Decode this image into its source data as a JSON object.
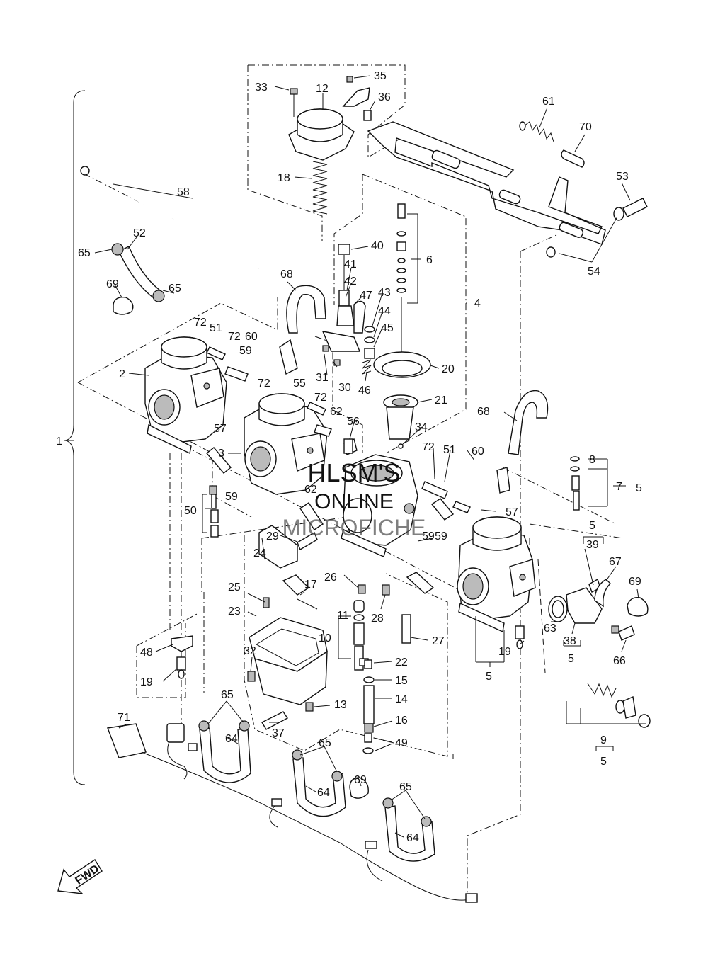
{
  "watermark": {
    "line1": "HLSM'S",
    "line2": "ONLINE",
    "line3": "MICROFICHE"
  },
  "fwd_label": "FWD",
  "callouts": [
    {
      "id": "c1",
      "text": "1"
    },
    {
      "id": "c2",
      "text": "2"
    },
    {
      "id": "c3",
      "text": "3"
    },
    {
      "id": "c4",
      "text": "4"
    },
    {
      "id": "c5a",
      "text": "5"
    },
    {
      "id": "c5b",
      "text": "5"
    },
    {
      "id": "c5c",
      "text": "5"
    },
    {
      "id": "c5d",
      "text": "5"
    },
    {
      "id": "c5e",
      "text": "5"
    },
    {
      "id": "c6",
      "text": "6"
    },
    {
      "id": "c7",
      "text": "7"
    },
    {
      "id": "c8",
      "text": "8"
    },
    {
      "id": "c9",
      "text": "9"
    },
    {
      "id": "c10",
      "text": "10"
    },
    {
      "id": "c11",
      "text": "11"
    },
    {
      "id": "c12",
      "text": "12"
    },
    {
      "id": "c13",
      "text": "13"
    },
    {
      "id": "c14",
      "text": "14"
    },
    {
      "id": "c15",
      "text": "15"
    },
    {
      "id": "c16",
      "text": "16"
    },
    {
      "id": "c17",
      "text": "17"
    },
    {
      "id": "c18",
      "text": "18"
    },
    {
      "id": "c19a",
      "text": "19"
    },
    {
      "id": "c19b",
      "text": "19"
    },
    {
      "id": "c20",
      "text": "20"
    },
    {
      "id": "c21",
      "text": "21"
    },
    {
      "id": "c22",
      "text": "22"
    },
    {
      "id": "c23",
      "text": "23"
    },
    {
      "id": "c24",
      "text": "24"
    },
    {
      "id": "c25",
      "text": "25"
    },
    {
      "id": "c26",
      "text": "26"
    },
    {
      "id": "c27",
      "text": "27"
    },
    {
      "id": "c28",
      "text": "28"
    },
    {
      "id": "c29",
      "text": "29"
    },
    {
      "id": "c30",
      "text": "30"
    },
    {
      "id": "c31",
      "text": "31"
    },
    {
      "id": "c32",
      "text": "32"
    },
    {
      "id": "c33",
      "text": "33"
    },
    {
      "id": "c34",
      "text": "34"
    },
    {
      "id": "c35",
      "text": "35"
    },
    {
      "id": "c36",
      "text": "36"
    },
    {
      "id": "c37",
      "text": "37"
    },
    {
      "id": "c38",
      "text": "38"
    },
    {
      "id": "c39",
      "text": "39"
    },
    {
      "id": "c40",
      "text": "40"
    },
    {
      "id": "c41",
      "text": "41"
    },
    {
      "id": "c42",
      "text": "42"
    },
    {
      "id": "c43",
      "text": "43"
    },
    {
      "id": "c44",
      "text": "44"
    },
    {
      "id": "c45",
      "text": "45"
    },
    {
      "id": "c46",
      "text": "46"
    },
    {
      "id": "c47",
      "text": "47"
    },
    {
      "id": "c48",
      "text": "48"
    },
    {
      "id": "c49",
      "text": "49"
    },
    {
      "id": "c50",
      "text": "50"
    },
    {
      "id": "c51a",
      "text": "51"
    },
    {
      "id": "c51b",
      "text": "51"
    },
    {
      "id": "c52",
      "text": "52"
    },
    {
      "id": "c53",
      "text": "53"
    },
    {
      "id": "c54",
      "text": "54"
    },
    {
      "id": "c55",
      "text": "55"
    },
    {
      "id": "c56",
      "text": "56"
    },
    {
      "id": "c57a",
      "text": "57"
    },
    {
      "id": "c57b",
      "text": "57"
    },
    {
      "id": "c58",
      "text": "58"
    },
    {
      "id": "c59a",
      "text": "59"
    },
    {
      "id": "c59b",
      "text": "59"
    },
    {
      "id": "c59c",
      "text": "59"
    },
    {
      "id": "c59d",
      "text": "59"
    },
    {
      "id": "c60a",
      "text": "60"
    },
    {
      "id": "c60b",
      "text": "60"
    },
    {
      "id": "c61",
      "text": "61"
    },
    {
      "id": "c62a",
      "text": "62"
    },
    {
      "id": "c62b",
      "text": "62"
    },
    {
      "id": "c63",
      "text": "63"
    },
    {
      "id": "c64a",
      "text": "64"
    },
    {
      "id": "c64b",
      "text": "64"
    },
    {
      "id": "c64c",
      "text": "64"
    },
    {
      "id": "c65a",
      "text": "65"
    },
    {
      "id": "c65b",
      "text": "65"
    },
    {
      "id": "c65c",
      "text": "65"
    },
    {
      "id": "c65d",
      "text": "65"
    },
    {
      "id": "c65e",
      "text": "65"
    },
    {
      "id": "c66",
      "text": "66"
    },
    {
      "id": "c67",
      "text": "67"
    },
    {
      "id": "c68a",
      "text": "68"
    },
    {
      "id": "c68b",
      "text": "68"
    },
    {
      "id": "c69a",
      "text": "69"
    },
    {
      "id": "c69b",
      "text": "69"
    },
    {
      "id": "c69c",
      "text": "69"
    },
    {
      "id": "c70",
      "text": "70"
    },
    {
      "id": "c71",
      "text": "71"
    },
    {
      "id": "c72a",
      "text": "72"
    },
    {
      "id": "c72b",
      "text": "72"
    },
    {
      "id": "c72c",
      "text": "72"
    },
    {
      "id": "c72d",
      "text": "72"
    },
    {
      "id": "c72e",
      "text": "72"
    }
  ]
}
